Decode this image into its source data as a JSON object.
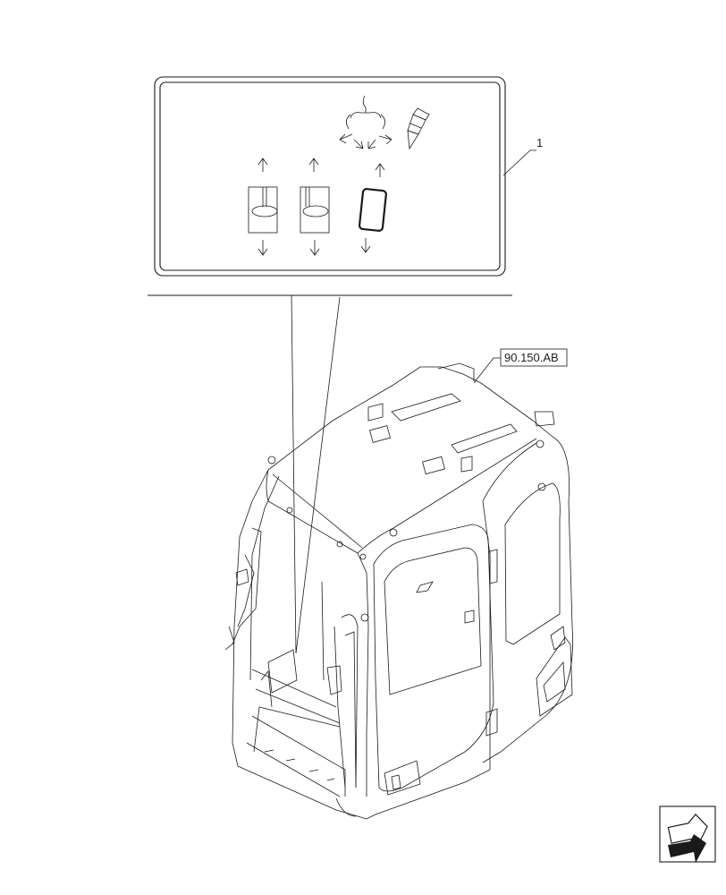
{
  "callouts": {
    "item_number": "1",
    "reference_code": "90.150.AB"
  },
  "icons": {
    "decal_panel": "decal-sheet",
    "cab": "operator-cab-assembly",
    "nav_arrow": "next-page-arrow-icon"
  },
  "colors": {
    "line": "#1a1a1a",
    "background": "#ffffff"
  }
}
